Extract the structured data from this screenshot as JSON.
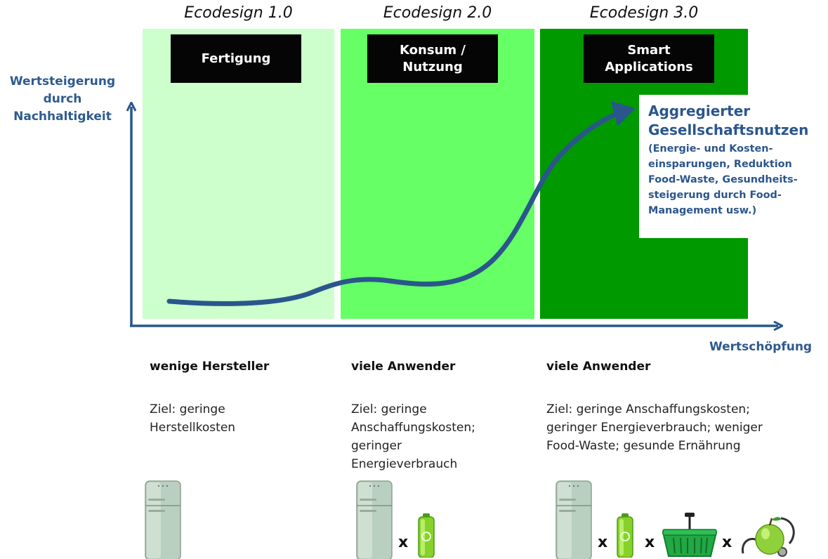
{
  "phases": [
    {
      "title": "Ecodesign 1.0",
      "box": "Fertigung",
      "color": "#ccffcc",
      "users": "wenige Hersteller",
      "goal_lines": [
        "Ziel: geringe",
        "Herstellkosten"
      ]
    },
    {
      "title": "Ecodesign 2.0",
      "box_lines": [
        "Konsum /",
        "Nutzung"
      ],
      "color": "#66ff66",
      "users": "viele Anwender",
      "goal_lines": [
        "Ziel: geringe",
        "Anschaffungskosten;",
        "geringer",
        "Energieverbrauch"
      ]
    },
    {
      "title": "Ecodesign 3.0",
      "box_lines": [
        "Smart",
        "Applications"
      ],
      "color": "#009900",
      "users": "viele Anwender",
      "goal_lines": [
        "Ziel: geringe Anschaffungskosten;",
        "geringer Energieverbrauch; weniger",
        "Food-Waste; gesunde Ernährung"
      ]
    }
  ],
  "y_axis_label": [
    "Wertsteigerung",
    "durch",
    "Nachhaltigkeit"
  ],
  "x_axis_label": "Wertschöpfung",
  "benefit": {
    "title_lines": [
      "Aggregierter",
      "Gesellschaftsnutzen"
    ],
    "detail_lines": [
      "(Energie- und Kosten-",
      "einsparungen, Reduktion",
      "Food-Waste, Gesundheits-",
      "steigerung durch Food-",
      "Management usw.)"
    ]
  },
  "multiplier": "x",
  "colors": {
    "axis": "#2a568c",
    "curve": "#2a568c",
    "label": "#2e5a8f"
  },
  "icons": [
    "fridge-icon",
    "battery-icon",
    "shopping-basket-icon",
    "apple-stethoscope-icon"
  ]
}
